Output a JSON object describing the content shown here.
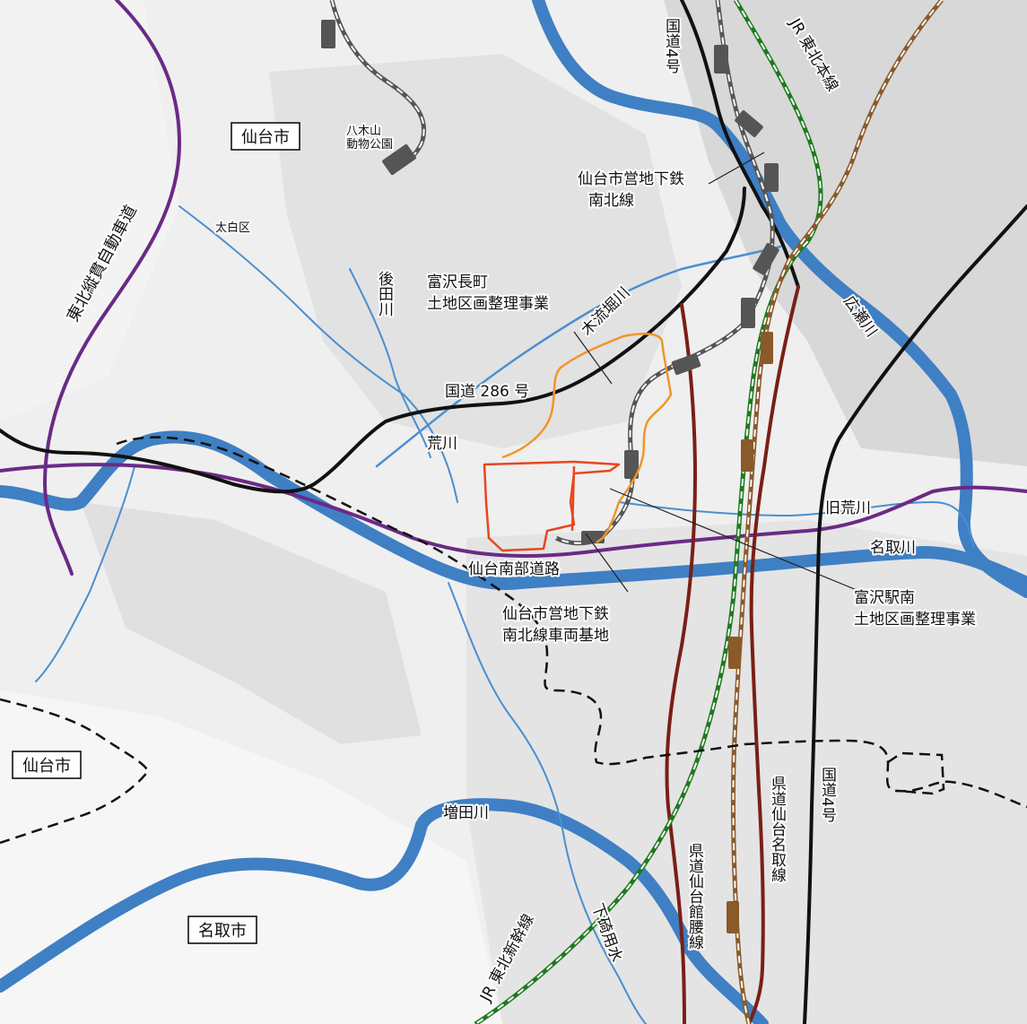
{
  "map": {
    "cities": {
      "sendai_north": "仙台市",
      "sendai_south": "仙台市",
      "natori": "名取市"
    },
    "roads": {
      "tohoku_expressway": "東北縦貫自動車道",
      "route286": "国道 286 号",
      "route4_north": "国道4号",
      "route4_south": "国道4号",
      "sendai_nanbu_road": "仙台南部道路",
      "pref_sendai_natori": "県道仙台名取線",
      "pref_sendai_tatekoshi": "県道仙台館腰線"
    },
    "railways": {
      "jr_tohoku_main": "JR 東北本線",
      "jr_tohoku_shinkansen": "JR 東北新幹線",
      "subway_namboku": "仙台市営地下鉄\n南北線",
      "subway_depot": "仙台市営地下鉄\n南北線車両基地"
    },
    "rivers": {
      "hirose": "広瀬川",
      "natori": "名取川",
      "kyu_arakawa": "旧荒川",
      "arakawa": "荒川",
      "kinagashibori": "木流堀川",
      "ushiroda": "後田川",
      "masuda": "増田川",
      "shimozaiyousui": "下碕用水"
    },
    "projects": {
      "tomizawa_nagamachi": "富沢長町\n土地区画整理事業",
      "tomizawa_ekiminami": "富沢駅南\n土地区画整理事業"
    },
    "places": {
      "yagiyama_zoo": "八木山\n動物公園",
      "taihaku_ku": "太白区"
    },
    "colors": {
      "river": "#3f7fc4",
      "stream": "#4a8fd0",
      "expressway": "#6a2a86",
      "national_road": "#111111",
      "pref_road": "#7a1f16",
      "shinkansen": "#3aa03a",
      "jr_line": "#8a5a2a",
      "subway": "#666666",
      "project_nagamachi": "#f0952a",
      "project_ekiminami": "#e8461e",
      "boundary": "#111111"
    }
  }
}
